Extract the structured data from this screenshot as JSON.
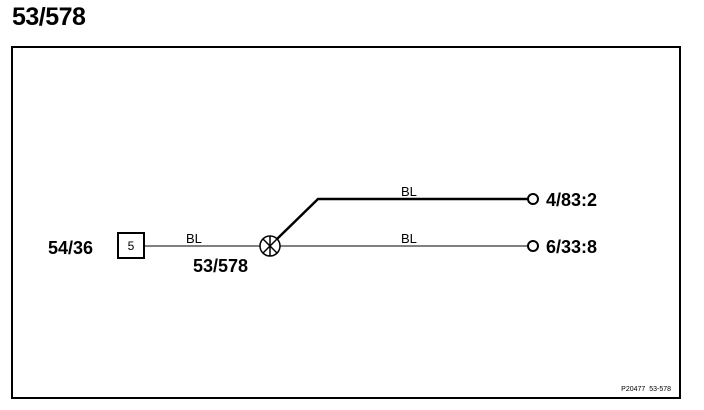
{
  "title": "53/578",
  "diagram": {
    "source_connector": {
      "label": "54/36",
      "pin": "5"
    },
    "splice": {
      "label": "53/578"
    },
    "wires": [
      {
        "color_code": "BL"
      },
      {
        "color_code": "BL"
      },
      {
        "color_code": "BL"
      }
    ],
    "destinations": [
      {
        "label": "4/83:2"
      },
      {
        "label": "6/33:8"
      }
    ],
    "reference": "P20477  53-578"
  }
}
